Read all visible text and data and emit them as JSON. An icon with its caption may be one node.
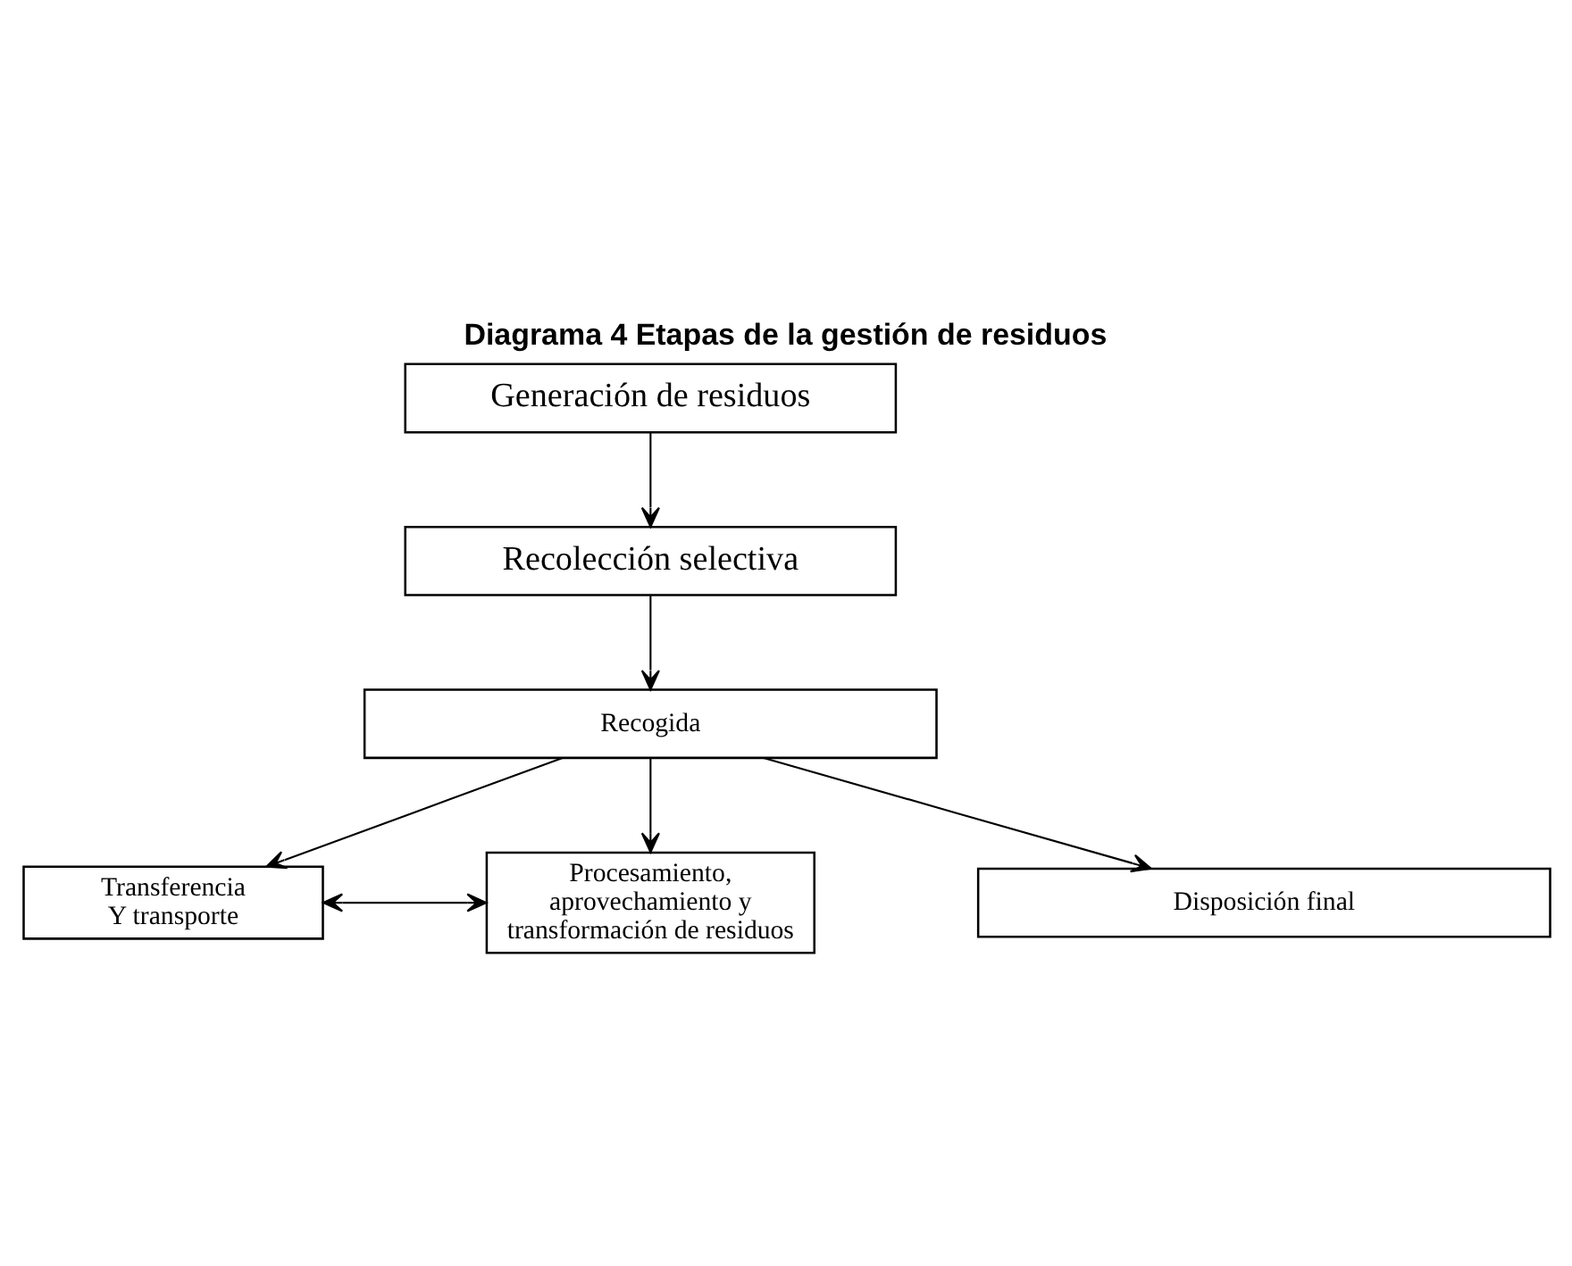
{
  "diagram": {
    "title": "Diagrama 4 Etapas de la gestión de residuos",
    "nodes": [
      {
        "text": [
          "Generación de residuos"
        ]
      },
      {
        "text": [
          "Recolección selectiva"
        ]
      },
      {
        "text": [
          "Recogida"
        ]
      },
      {
        "text": [
          "Transferencia Y transporte"
        ]
      },
      {
        "text": [
          "Procesamiento, aprovechamiento y transformación de residuos"
        ]
      },
      {
        "text": [
          "Disposición final"
        ]
      }
    ],
    "edges": [
      {
        "from": 0,
        "to": 1,
        "arrow": "to"
      },
      {
        "from": 1,
        "to": 2,
        "arrow": "to"
      },
      {
        "from": 2,
        "to": 3,
        "arrow": "to"
      },
      {
        "from": 2,
        "to": 4,
        "arrow": "to"
      },
      {
        "from": 2,
        "to": 5,
        "arrow": "to"
      },
      {
        "from": 3,
        "to": 4,
        "arrow": "both"
      }
    ]
  }
}
